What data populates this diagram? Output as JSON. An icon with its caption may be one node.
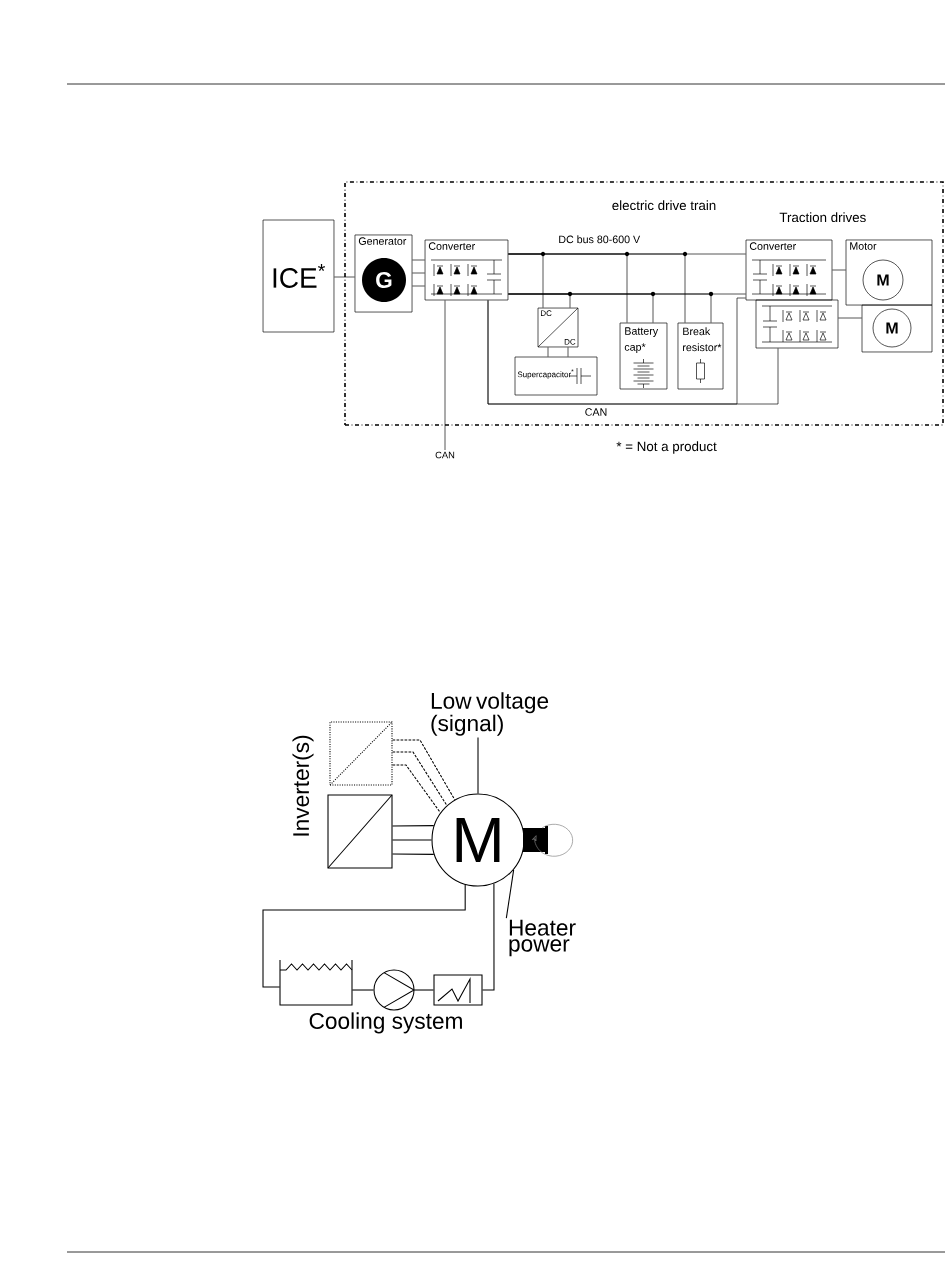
{
  "diagram": {
    "nodes": [
      {
        "text": [
          "electric drive train"
        ]
      },
      {
        "text": [
          "ICE$^{*}$"
        ]
      },
      {
        "text": [
          "Generator"
        ],
        "in": 0
      },
      {
        "text": [
          "G"
        ],
        "in": 2
      },
      {
        "text": [
          "Converter"
        ],
        "in": 0
      },
      {
        "text": [
          "DC",
          "DC"
        ],
        "in": 0
      },
      {
        "text": [
          "Supercapacitor$^{*}$"
        ],
        "in": 0
      },
      {
        "text": [
          "Battery cap*"
        ],
        "in": 0
      },
      {
        "text": [
          "Break resistor*"
        ],
        "in": 0
      },
      {
        "text": [
          "Converter"
        ],
        "in": 0
      },
      {
        "text": [],
        "shape": "box",
        "in": 0
      },
      {
        "text": [
          "Motor"
        ],
        "in": 0
      },
      {
        "text": [
          "M"
        ],
        "in": 11
      },
      {
        "text": [],
        "shape": "box",
        "in": 0
      },
      {
        "text": [
          "M"
        ],
        "in": 13
      },
      {
        "text": [
          "CAN"
        ]
      },
      {
        "text": [],
        "shape": "box"
      },
      {
        "text": [],
        "shape": "box"
      },
      {
        "text": [
          "M"
        ]
      },
      {
        "text": [],
        "shape": "box"
      },
      {
        "text": [],
        "shape": "circle"
      },
      {
        "text": [],
        "shape": "box"
      },
      {
        "text": [
          "Low voltage (signal)"
        ]
      },
      {
        "text": [
          "Heater power"
        ]
      }
    ],
    "edges": [
      {
        "from": 1,
        "to": 2,
        "arrow": "none"
      },
      {
        "from": 2,
        "to": 4,
        "arrow": "none"
      },
      {
        "from": 4,
        "to": 9,
        "arrow": "none"
      },
      {
        "from": 4,
        "to": 5,
        "arrow": "none"
      },
      {
        "from": 4,
        "to": 7,
        "arrow": "none"
      },
      {
        "from": 4,
        "to": 8,
        "arrow": "none"
      },
      {
        "from": 5,
        "to": 6,
        "arrow": "none"
      },
      {
        "from": 9,
        "to": 11,
        "arrow": "none"
      },
      {
        "from": 10,
        "to": 13,
        "arrow": "none"
      },
      {
        "from": 4,
        "to": 10,
        "arrow": "none",
        "label": "CAN"
      },
      {
        "from": 4,
        "to": 9,
        "arrow": "none"
      },
      {
        "from": 4,
        "to": 15,
        "arrow": "none"
      },
      {
        "from": 16,
        "to": 18,
        "arrow": "none",
        "style": "dashed"
      },
      {
        "from": 17,
        "to": 18,
        "arrow": "none"
      },
      {
        "from": 18,
        "to": 19,
        "arrow": "none"
      },
      {
        "from": 19,
        "to": 20,
        "arrow": "none"
      },
      {
        "from": 20,
        "to": 21,
        "arrow": "none"
      },
      {
        "from": 21,
        "to": 18,
        "arrow": "none"
      },
      {
        "from": 18,
        "to": 22,
        "arrow": "none"
      },
      {
        "from": 18,
        "to": 23,
        "arrow": "none"
      },
      {
        "from": 16,
        "to": 18,
        "arrow": "none",
        "style": "dashed"
      },
      {
        "from": 16,
        "to": 18,
        "arrow": "none",
        "style": "dashed"
      }
    ],
    "labels": [
      "DC bus 80-600 V",
      "Traction drives",
      "* = Not a product",
      "Inverter(s)",
      "Cooling system"
    ]
  }
}
